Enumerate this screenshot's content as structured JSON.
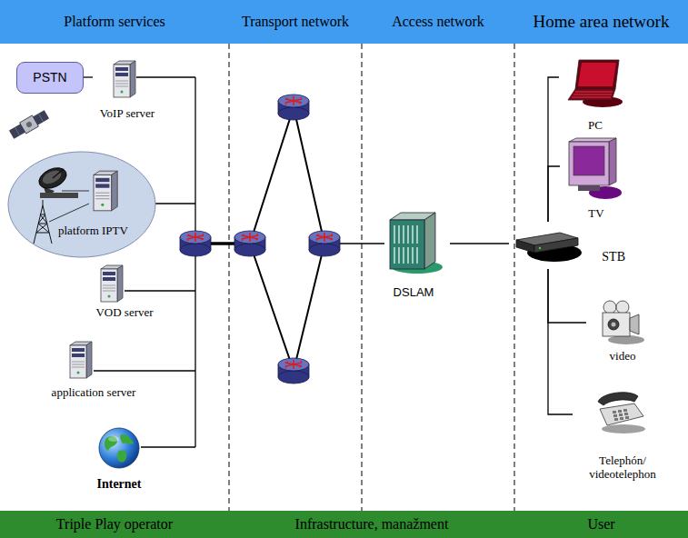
{
  "diagram": {
    "nodes": [
      {
        "text": [
          "Platform services",
          "Transport network",
          "Access network",
          "Home area network"
        ]
      },
      {
        "text": [
          "PSTN"
        ]
      },
      {
        "text": [
          "VoIP server"
        ]
      },
      {
        "text": [
          "platform IPTV"
        ]
      },
      {
        "text": [
          "VOD server"
        ]
      },
      {
        "text": [
          "application server"
        ]
      },
      {
        "text": [
          "Internet"
        ]
      },
      {
        "text": [
          "DSLAM"
        ]
      },
      {
        "text": [
          "STB"
        ]
      },
      {
        "text": [
          "PC"
        ]
      },
      {
        "text": [
          "TV"
        ]
      },
      {
        "text": [
          "video"
        ]
      },
      {
        "text": [
          "Telephón/ videotelephon"
        ]
      },
      {
        "text": [
          "Triple Play operator",
          "Infrastructure, manažment",
          "User"
        ]
      }
    ],
    "edges": [
      {
        "from": 1,
        "to": 2,
        "arrow": "none"
      },
      {
        "from": 7,
        "to": 8,
        "arrow": "none"
      },
      {
        "from": 8,
        "to": 9,
        "arrow": "none"
      },
      {
        "from": 8,
        "to": 10,
        "arrow": "none"
      },
      {
        "from": 8,
        "to": 11,
        "arrow": "none"
      },
      {
        "from": 8,
        "to": 12,
        "arrow": "none"
      }
    ]
  }
}
